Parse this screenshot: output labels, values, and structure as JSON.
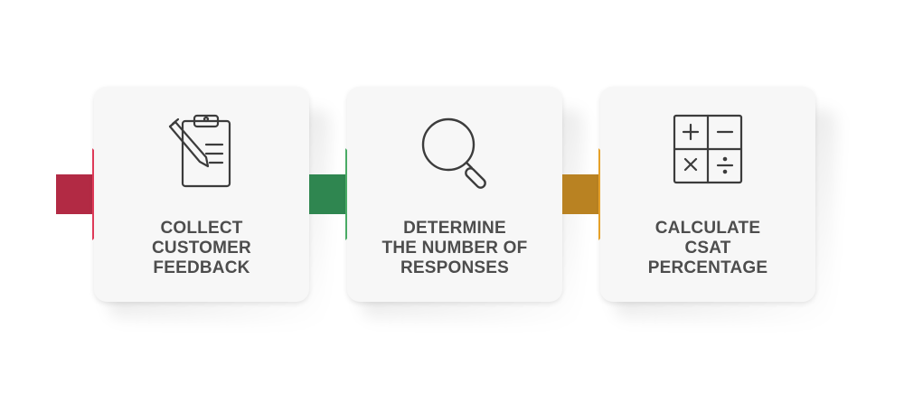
{
  "steps": [
    {
      "lines": [
        "COLLECT",
        "CUSTOMER",
        "FEEDBACK"
      ],
      "icon": "clipboard-pencil-icon",
      "arrow_color": "#e73d5c",
      "arrow_tail_color": "#b22a44"
    },
    {
      "lines": [
        "DETERMINE",
        "THE NUMBER OF",
        "RESPONSES"
      ],
      "icon": "magnifying-glass-icon",
      "arrow_color": "#4db26a",
      "arrow_tail_color": "#2f8650"
    },
    {
      "lines": [
        "CALCULATE",
        "CSAT",
        "PERCENTAGE"
      ],
      "icon": "calculator-operators-icon",
      "arrow_color": "#f0a82c",
      "arrow_tail_color": "#b98222"
    }
  ]
}
